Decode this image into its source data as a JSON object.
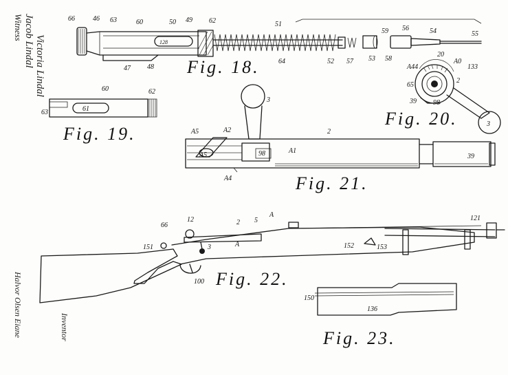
{
  "figures": {
    "fig18": "Fig. 18.",
    "fig19": "Fig. 19.",
    "fig20": "Fig. 20.",
    "fig21": "Fig. 21.",
    "fig22": "Fig. 22.",
    "fig23": "Fig. 23."
  },
  "labels": {
    "fig18": [
      "66",
      "46",
      "63",
      "60",
      "50",
      "49",
      "62",
      "51",
      "128",
      "47",
      "48",
      "64",
      "52",
      "57",
      "53",
      "59",
      "58",
      "56",
      "54",
      "55"
    ],
    "fig19": [
      "60",
      "62",
      "61",
      "63"
    ],
    "fig20": [
      "20",
      "A0",
      "133",
      "A44",
      "65",
      "2",
      "39",
      "98",
      "3"
    ],
    "fig21": [
      "3",
      "2",
      "A5",
      "A2",
      "A5",
      "98",
      "A1",
      "39",
      "A4"
    ],
    "fig22": [
      "66",
      "12",
      "2",
      "5",
      "A",
      "A",
      "3",
      "151",
      "152",
      "153",
      "121",
      "100"
    ],
    "fig23": [
      "150",
      "136"
    ]
  },
  "signatures": {
    "witness_heading": "Witness",
    "witness_1": "Jacob Lindal",
    "witness_2": "Victoria Lindal",
    "inventor_heading": "Inventor",
    "inventor_name": "Halvor Olsen Eiane"
  }
}
